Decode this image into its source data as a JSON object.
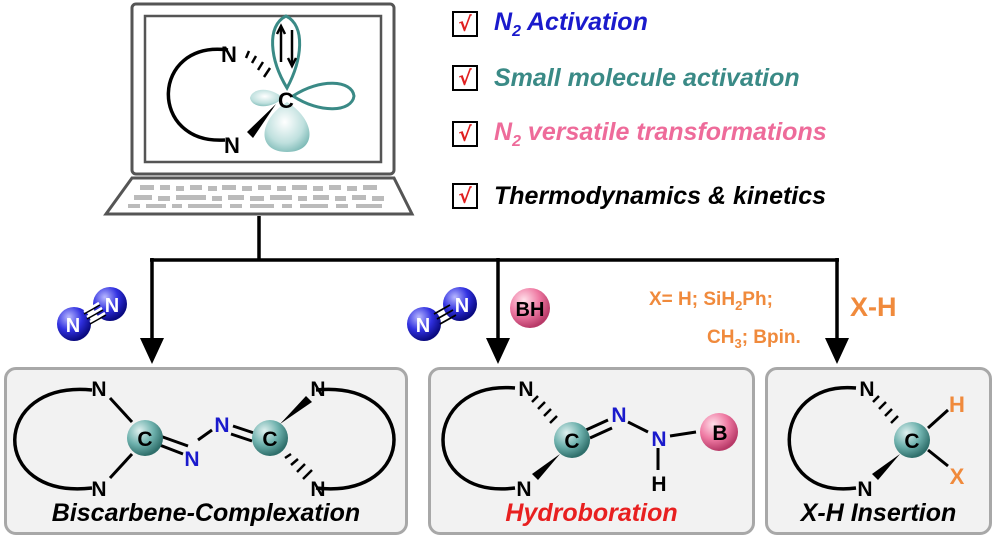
{
  "features": [
    {
      "check": "√",
      "label_main": "N",
      "label_sub": "2",
      "label_rest": " Activation",
      "color": "#1a1acc"
    },
    {
      "check": "√",
      "label_main": "Small molecule activation",
      "label_sub": "",
      "label_rest": "",
      "color": "#3a8a86"
    },
    {
      "check": "√",
      "label_main": "N",
      "label_sub": "2",
      "label_rest": " versatile transformations",
      "color": "#ee6b9a"
    },
    {
      "check": "√",
      "label_main": "Thermodynamics & kinetics",
      "label_sub": "",
      "label_rest": "",
      "color": "#000000"
    }
  ],
  "laptop_molecule": {
    "n_top": "N",
    "n_bottom": "N",
    "carbon": "C"
  },
  "reagents": {
    "n2_left": {
      "a": "N",
      "b": "N"
    },
    "n2_middle": {
      "a": "N",
      "b": "N"
    },
    "borane": "BH",
    "xh_conditions_line1": "X= H; SiH",
    "xh_conditions_sub1": "2",
    "xh_conditions_line1b": "Ph;",
    "xh_conditions_line2": "CH",
    "xh_conditions_sub2": "3",
    "xh_conditions_line2b": "; Bpin.",
    "xh_label": "X-H"
  },
  "panels": {
    "biscarbene": {
      "title": "Biscarbene-Complexation",
      "title_color": "#000000",
      "n_labels": [
        "N",
        "N",
        "N",
        "N"
      ],
      "azo_n": [
        "N",
        "N"
      ],
      "carbons": [
        "C",
        "C"
      ]
    },
    "hydroboration": {
      "title": "Hydroboration",
      "title_color": "#e82020",
      "n_labels": [
        "N",
        "N"
      ],
      "hydrazone_n": [
        "N",
        "N"
      ],
      "carbon": "C",
      "boron": "B",
      "hydrogen": "H"
    },
    "insertion": {
      "title": "X-H Insertion",
      "title_color": "#000000",
      "n_labels": [
        "N",
        "N"
      ],
      "carbon": "C",
      "h_label": "H",
      "x_label": "X"
    }
  },
  "colors": {
    "teal_atom": "#5fa3a0",
    "nitrogen_ball": "#2a2ad6",
    "borane_ball": "#ee6b9a",
    "orange": "#f08a3c",
    "azo_blue": "#1a1acc"
  }
}
